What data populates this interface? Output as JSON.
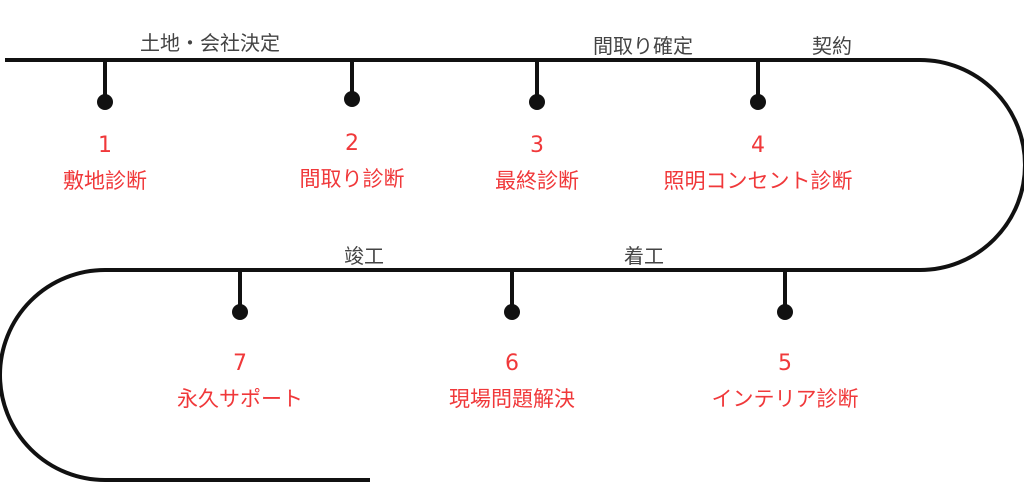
{
  "colors": {
    "line": "#111111",
    "step_text": "#f0383a",
    "phase_text": "#444444",
    "background": "#ffffff"
  },
  "phases": {
    "land": "土地・会社決定",
    "layout": "間取り確定",
    "contract": "契約",
    "completion": "竣工",
    "construction": "着工"
  },
  "steps": [
    {
      "number": "1",
      "name": "敷地診断"
    },
    {
      "number": "2",
      "name": "間取り診断"
    },
    {
      "number": "3",
      "name": "最終診断"
    },
    {
      "number": "4",
      "name": "照明コンセント診断"
    },
    {
      "number": "5",
      "name": "インテリア診断"
    },
    {
      "number": "6",
      "name": "現場問題解決"
    },
    {
      "number": "7",
      "name": "永久サポート"
    }
  ]
}
